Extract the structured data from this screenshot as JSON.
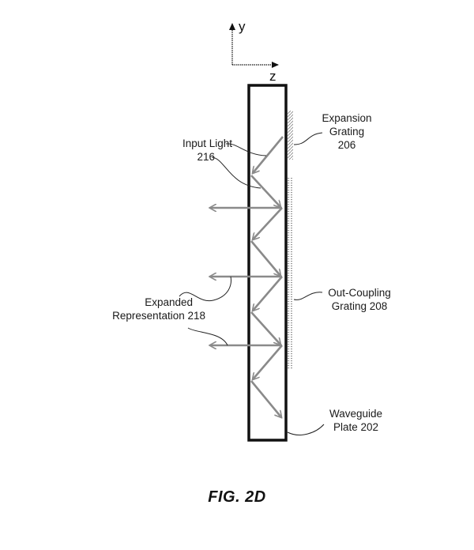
{
  "figure": {
    "caption": "FIG. 2D",
    "axes": {
      "y_label": "y",
      "z_label": "z"
    },
    "labels": {
      "input_light": {
        "name": "Input Light",
        "ref": "216"
      },
      "expansion_grating": {
        "line1": "Expansion",
        "line2": "Grating",
        "ref": "206"
      },
      "out_coupling_grating": {
        "line1": "Out-Coupling",
        "line2": "Grating 208"
      },
      "expanded_representation": {
        "line1": "Expanded",
        "line2": "Representation 218"
      },
      "waveguide_plate": {
        "line1": "Waveguide",
        "line2": "Plate 202"
      }
    }
  },
  "colors": {
    "line": "#111111",
    "ray": "#8a8a8a",
    "grating": "#9a9a9a"
  }
}
